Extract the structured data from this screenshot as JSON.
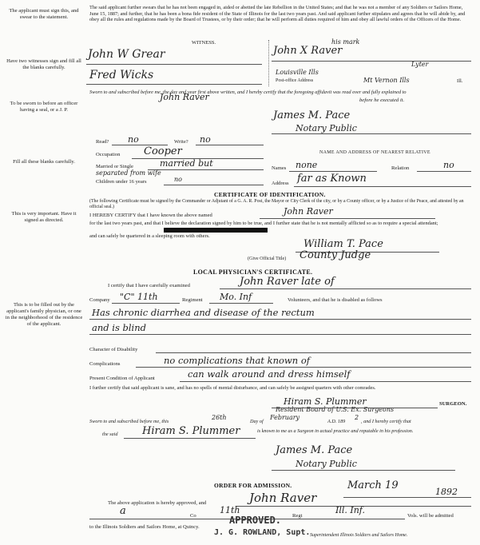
{
  "margin": {
    "sign_swear": "The applicant must sign this, and swear to the statement.",
    "witnesses": "Have two witnesses sign and fill all the blanks carefully.",
    "sworn": "To be sworn to before an officer having a seal, or a J. P.",
    "fill_blanks": "Fill all these blanks carefully.",
    "important": "This is very important. Have it signed as directed.",
    "physician": "This is to be filled out by the applicant's family physician, or one in the neighborhood of the residence of the applicant."
  },
  "oath": {
    "text": "The said applicant further swears that he has not been engaged in, aided or abetted the late Rebellion in the United States; and that he was not a member of any Soldiers or Sailors Home, June 15, 1887; and further, that he has been a bona fide resident of the State of Illinois for the last two years past. And said applicant further stipulates and agrees that he will abide by, and obey all the rules and regulations made by the Board of Trustees, or by their order; that he will perform all duties required of him and obey all lawful orders of the Officers of the Home.",
    "witness_label": "WITNESS.",
    "witness1": "John W Grear",
    "witness2": "Fred Wicks",
    "his_mark": "his mark",
    "applicant_signature": "John X Raver",
    "address_label": "Post-office Address",
    "address_line1": "Lyter",
    "address_line2": "Louisville Ills",
    "address_line3": "Mt Vernon Ills",
    "ills": "Ill."
  },
  "sworn": {
    "text": "Sworn to and subscribed before me, the day and year first above written, and I hereby certify that the foregoing affidavit was read over and fully explained to",
    "name": "John Raver",
    "before": "before he executed it.",
    "notary_name": "James M. Pace",
    "notary_title": "Notary Public"
  },
  "details": {
    "read_label": "Read?",
    "read_value": "no",
    "write_label": "Write?",
    "write_value": "no",
    "occupation_label": "Occupation",
    "occupation_value": "Cooper",
    "married_label": "Married or Single",
    "married_value": "married but",
    "married_extra": "separated from wife",
    "children_label": "Children under 16 years",
    "children_value": "no",
    "nearest_heading": "NAME AND ADDRESS OF NEAREST RELATIVE",
    "names_label": "Names",
    "names_value": "none",
    "relation_label": "Relation",
    "relation_value": "no",
    "address_label": "Address",
    "address_value": "far as Known"
  },
  "identification": {
    "heading": "CERTIFICATE OF IDENTIFICATION.",
    "note": "(The following Certificate must be signed by the Commander or Adjutant of a G. A. R. Post, the Mayor or City Clerk of the city, or by a County officer, or by a Justice of the Peace, and attested by an official seal.)",
    "text_start": "I HEREBY CERTIFY that I have known the above named",
    "name": "John Raver",
    "text_after": "for the last two years past, and that I believe the declaration signed by him to be true, and I further state that he is not mentally afflicted so as to require a special attendant;",
    "text_end": "and can safely be quartered in a sleeping room with others.",
    "signature": "William T. Pace",
    "official_title_label": "(Give Official Title)",
    "official_title": "County Judge"
  },
  "physician": {
    "heading": "LOCAL PHYSICIAN'S CERTIFICATE.",
    "certify_text": "I certify that I have carefully examined",
    "patient": "John Raver late of",
    "company_label": "Company",
    "company_value": "\"C\" 11th",
    "regiment_label": "Regiment",
    "regiment_value": "Mo. Inf",
    "volunteers_text": "Volunteers, and that he is disabled as follows",
    "disability_line1": "Has chronic diarrhea and disease of the rectum",
    "disability_line2": "and is blind",
    "character_label": "Character of Disability",
    "complications_label": "Complications",
    "complications_value": "no complications that known of",
    "condition_label": "Present Condition of Applicant",
    "condition_value": "can walk around and dress himself",
    "sane_text": "I further certify that said applicant is sane, and has no spells of mental disturbance, and can safely be assigned quarters with other comrades.",
    "surgeon_signature": "Hiram S. Plummer",
    "surgeon_label": "SURGEON.",
    "surgeon_note": "Resident Board of U.S. Ex. Surgeons",
    "sworn_text": "Sworn to and subscribed before me, this",
    "day_value": "26th",
    "day_of_label": "Day of",
    "month_value": "February",
    "year_text": "A.D. 189",
    "year_value": "2",
    "certify_further": ", and I hereby certify that",
    "said_label": "the said",
    "said_name": "Hiram S. Plummer",
    "known_text": "is known to me as a Surgeon in actual practice and reputable in his profession.",
    "notary_signature": "James M. Pace",
    "notary_title": "Notary Public"
  },
  "admission": {
    "heading": "ORDER FOR ADMISSION.",
    "date_value": "March 19",
    "year_value": "1892",
    "text_start": "The above application is hereby approved, and",
    "applicant": "John Raver",
    "company_value": "a",
    "company_label": "Co",
    "regiment_value": "11th",
    "regiment_label": "Regt",
    "unit_value": "Ill. Inf.",
    "vols_text": "Vols. will be admitted",
    "admit_text": "to the Illinois Soldiers and Sailors Home, at Quincy.",
    "approved_stamp": "APPROVED.",
    "rowland_stamp": "J. G. ROWLAND, Supt.",
    "supt_label": "Superintendent Illinois Soldiers and Sailors Home."
  }
}
